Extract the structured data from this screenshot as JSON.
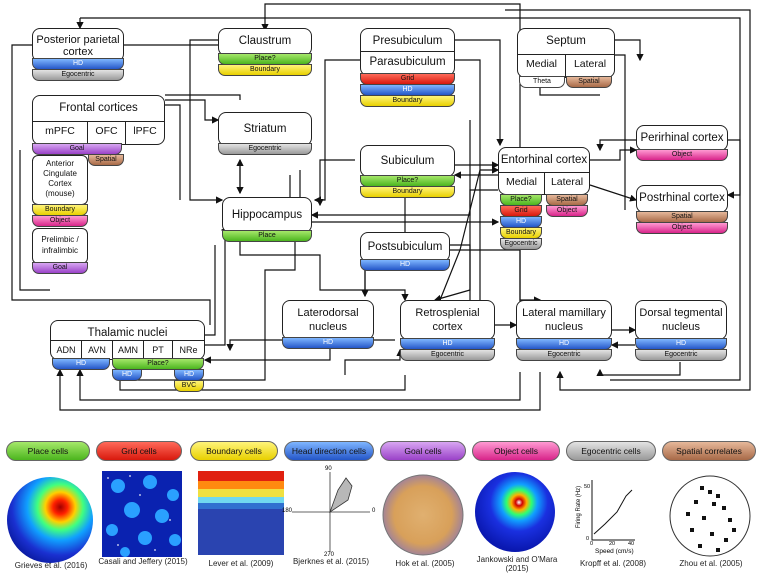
{
  "regions": {
    "posterior_parietal": {
      "title": "Posterior parietal cortex",
      "tags": [
        "HD",
        "Egocentric"
      ]
    },
    "claustrum": {
      "title": "Claustrum",
      "tags": [
        "Place?",
        "Boundary"
      ]
    },
    "presubiculum": {
      "title": "Presubiculum"
    },
    "parasubiculum": {
      "title": "Parasubiculum",
      "tags": [
        "Grid",
        "HD",
        "Boundary"
      ]
    },
    "septum": {
      "title": "Septum",
      "medial": "Medial",
      "lateral": "Lateral",
      "tags": [
        "Theta",
        "Spatial"
      ]
    },
    "frontal": {
      "title": "Frontal cortices",
      "mpfc": "mPFC",
      "ofc": "OFC",
      "lpfc": "lPFC",
      "tags": [
        "Goal",
        "Spatial"
      ]
    },
    "acc": {
      "title": "Anterior Cingulate Cortex (mouse)",
      "tags": [
        "Boundary",
        "Object"
      ]
    },
    "prelimbic": {
      "title": "Prelimbic / infralimbic",
      "tags": [
        "Goal"
      ]
    },
    "striatum": {
      "title": "Striatum",
      "tags": [
        "Egocentric"
      ]
    },
    "subiculum": {
      "title": "Subiculum",
      "tags": [
        "Place?",
        "Boundary"
      ]
    },
    "entorhinal": {
      "title": "Entorhinal cortex",
      "medial": "Medial",
      "lateral": "Lateral",
      "medial_tags": [
        "Place?",
        "Grid",
        "HD",
        "Boundary",
        "Egocentric"
      ],
      "lateral_tags": [
        "Spatial",
        "Object"
      ]
    },
    "perirhinal": {
      "title": "Perirhinal cortex",
      "tags": [
        "Object"
      ]
    },
    "postrhinal": {
      "title": "Postrhinal cortex",
      "tags": [
        "Spatial",
        "Object"
      ]
    },
    "hippocampus": {
      "title": "Hippocampus",
      "tags": [
        "Place"
      ]
    },
    "postsubiculum": {
      "title": "Postsubiculum",
      "tags": [
        "HD"
      ]
    },
    "laterodorsal": {
      "title": "Laterodorsal nucleus",
      "tags": [
        "HD"
      ]
    },
    "retrosplenial": {
      "title": "Retrosplenial cortex",
      "tags": [
        "HD",
        "Egocentric"
      ]
    },
    "lateral_mammillary": {
      "title": "Lateral mamillary nucleus",
      "tags": [
        "HD",
        "Egocentric"
      ]
    },
    "dorsal_tegmental": {
      "title": "Dorsal tegmental nucleus",
      "tags": [
        "HD",
        "Egocentric"
      ]
    },
    "thalamic": {
      "title": "Thalamic nuclei",
      "nuclei": [
        "ADN",
        "AVN",
        "AMN",
        "PT",
        "NRe"
      ],
      "tags": [
        "HD",
        "Place?",
        "HD",
        "HD",
        "BVC"
      ]
    }
  },
  "legend": [
    "Place cells",
    "Grid cells",
    "Boundary cells",
    "Head direction cells",
    "Goal cells",
    "Object cells",
    "Egocentric cells",
    "Spatial correlates"
  ],
  "examples": {
    "captions": [
      "Grieves et al. (2016)",
      "Casali and Jeffery (2015)",
      "Lever et al. (2009)",
      "Bjerknes et al. (2015)",
      "Hok et al. (2005)",
      "Jankowski and O'Mara (2015)",
      "Kropff et al. (2008)",
      "Zhou et al. (2005)"
    ],
    "polar_labels": [
      "90",
      "180",
      "0",
      "270"
    ],
    "speed_plot": {
      "xlabel": "Speed (cm/s)",
      "ylabel": "Firing Rate (Hz)",
      "xticks": [
        "0",
        "20",
        "40"
      ],
      "yticks": [
        "0",
        "50"
      ]
    }
  },
  "colors": {
    "place": "#5cc22a",
    "grid": "#e02010",
    "boundary": "#f0dc10",
    "hd": "#2f6fe0",
    "goal": "#a24ad0",
    "object": "#e0309a",
    "egocentric": "#a8a8a8",
    "spatial": "#b07050"
  }
}
